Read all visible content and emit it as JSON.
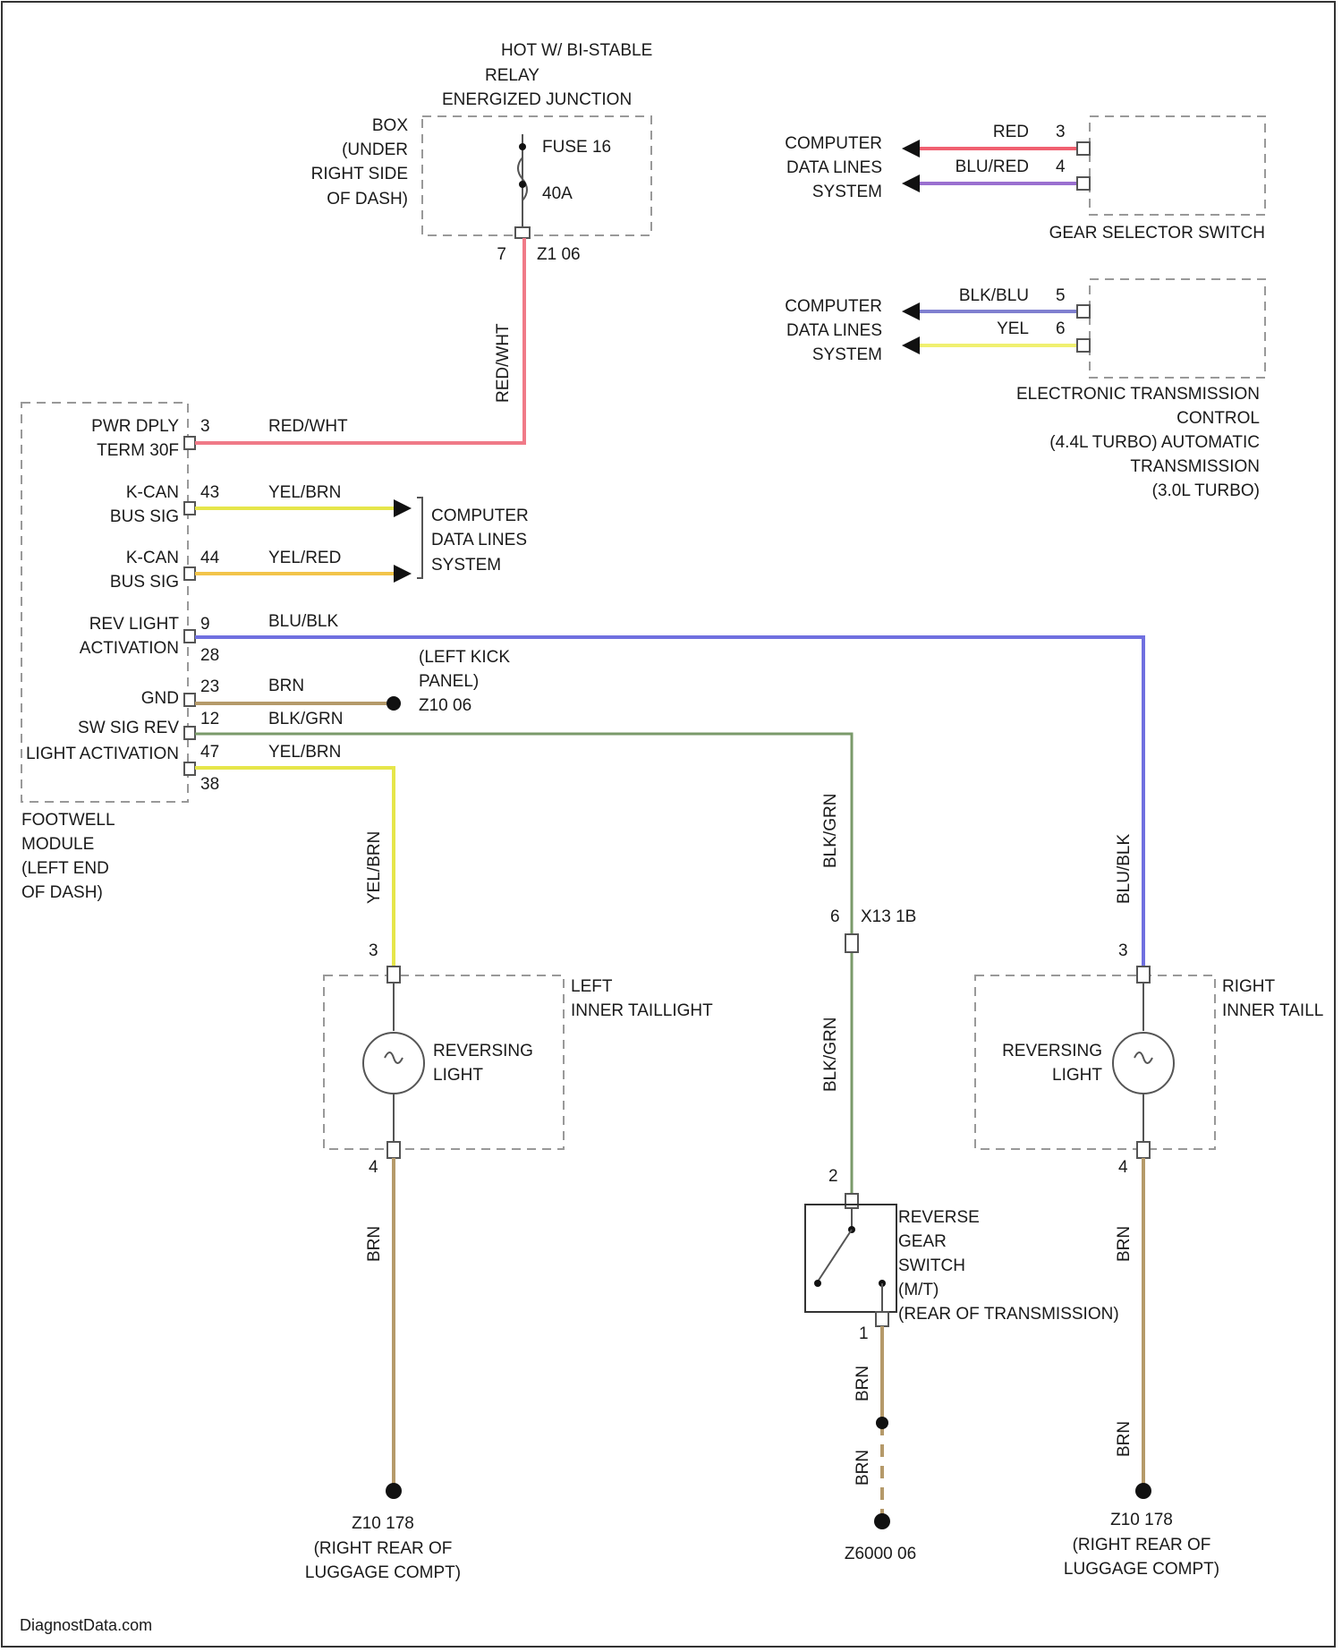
{
  "fusebox": {
    "title_lines": [
      "HOT W/ BI-STABLE",
      "RELAY",
      "ENERGIZED JUNCTION"
    ],
    "location_lines": [
      "BOX",
      "(UNDER",
      "RIGHT SIDE",
      "OF DASH)"
    ],
    "fuse_label": "FUSE 16",
    "fuse_rating": "40A",
    "pin": "7",
    "connector": "Z1 06"
  },
  "footwell": {
    "name_lines": [
      "FOOTWELL",
      "MODULE",
      "(LEFT END",
      "OF DASH)"
    ],
    "pins": [
      {
        "label_lines": [
          "PWR DPLY",
          "TERM 30F"
        ],
        "pin": "3",
        "wire": "RED/WHT"
      },
      {
        "label_lines": [
          "K-CAN",
          "BUS SIG"
        ],
        "pin": "43",
        "wire": "YEL/BRN"
      },
      {
        "label_lines": [
          "K-CAN",
          "BUS SIG"
        ],
        "pin": "44",
        "wire": "YEL/RED"
      },
      {
        "label_lines": [
          "REV LIGHT",
          "ACTIVATION"
        ],
        "pin": "9",
        "pin2": "28",
        "wire": "BLU/BLK"
      },
      {
        "label_lines": [
          "GND"
        ],
        "pin": "23",
        "wire": "BRN"
      },
      {
        "label_lines": [
          "SW SIG REV"
        ],
        "pin": "12",
        "wire": "BLK/GRN"
      },
      {
        "label_lines": [
          "LIGHT ACTIVATION"
        ],
        "pin": "47",
        "pin2": "38",
        "wire": "YEL/BRN"
      }
    ],
    "cdl_lines": [
      "COMPUTER",
      "DATA LINES",
      "SYSTEM"
    ]
  },
  "ground_left_kick": {
    "label_lines": [
      "(LEFT KICK",
      "PANEL)"
    ],
    "id": "Z10 06"
  },
  "gear_selector": {
    "cdl_lines": [
      "COMPUTER",
      "DATA LINES",
      "SYSTEM"
    ],
    "wires": [
      {
        "color": "RED",
        "pin": "3"
      },
      {
        "color": "BLU/RED",
        "pin": "4"
      }
    ],
    "name": "GEAR SELECTOR SWITCH"
  },
  "etc": {
    "cdl_lines": [
      "COMPUTER",
      "DATA LINES",
      "SYSTEM"
    ],
    "wires": [
      {
        "color": "BLK/BLU",
        "pin": "5"
      },
      {
        "color": "YEL",
        "pin": "6"
      }
    ],
    "name_lines": [
      "ELECTRONIC TRANSMISSION",
      "CONTROL",
      "(4.4L TURBO) AUTOMATIC",
      "TRANSMISSION",
      "(3.0L TURBO)"
    ]
  },
  "left_tail": {
    "name_lines": [
      "LEFT",
      "INNER TAILLIGHT"
    ],
    "bulb_lines": [
      "REVERSING",
      "LIGHT"
    ],
    "pin_top": "3",
    "pin_bottom": "4",
    "wire_top": "YEL/BRN",
    "wire_bottom": "BRN"
  },
  "right_tail": {
    "name_lines": [
      "RIGHT",
      "INNER TAILL"
    ],
    "bulb_lines": [
      "REVERSING",
      "LIGHT"
    ],
    "pin_top": "3",
    "pin_bottom": "4",
    "wire_top": "BLU/BLK",
    "wire_bottom": "BRN"
  },
  "connector_x13": {
    "pin": "6",
    "id": "X13 1B",
    "wire_above": "BLK/GRN",
    "wire_below": "BLK/GRN"
  },
  "reverse_switch": {
    "name_lines": [
      "REVERSE",
      "GEAR",
      "SWITCH",
      "(M/T)",
      "(REAR OF TRANSMISSION)"
    ],
    "pin_top": "2",
    "pin_bottom": "1",
    "wire_below": "BRN",
    "wire_splice": "BRN"
  },
  "grounds": [
    {
      "id": "Z10 178",
      "label_lines": [
        "(RIGHT REAR OF",
        "LUGGAGE COMPT)"
      ]
    },
    {
      "id": "Z6000 06",
      "label_lines": []
    },
    {
      "id": "Z10 178",
      "label_lines": [
        "(RIGHT REAR OF",
        "LUGGAGE COMPT)"
      ]
    }
  ],
  "footer": {
    "watermark": "DiagnostData.com"
  },
  "colors": {
    "red_wht": "#f07a88",
    "yel_brn": "#e6e64a",
    "yel_red": "#f2c44a",
    "blu_blk": "#7070e0",
    "brn": "#b59a6a",
    "blk_grn": "#7a9a6a",
    "red": "#f06070",
    "blu_red": "#9a70d0",
    "blk_blu": "#8080d0",
    "yel": "#f0f070"
  }
}
